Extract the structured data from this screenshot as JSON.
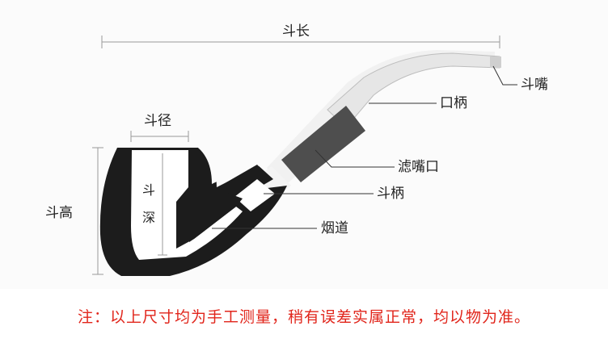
{
  "labels": {
    "bowl_length": "斗长",
    "mouthpiece": "斗嘴",
    "stem": "口柄",
    "bowl_diameter": "斗径",
    "filter_mouth": "滤嘴口",
    "bowl_depth_1": "斗",
    "bowl_depth_2": "深",
    "shank": "斗柄",
    "bowl_height": "斗高",
    "smoke_channel": "烟道"
  },
  "note": "注：以上尺寸均为手工测量，稍有误差实属正常，均以物为准。",
  "colors": {
    "pipe_body": "#1c1c1c",
    "stem_light": "#ececec",
    "filter": "#555555",
    "note": "#e1251b",
    "dimension_line": "#999999"
  }
}
